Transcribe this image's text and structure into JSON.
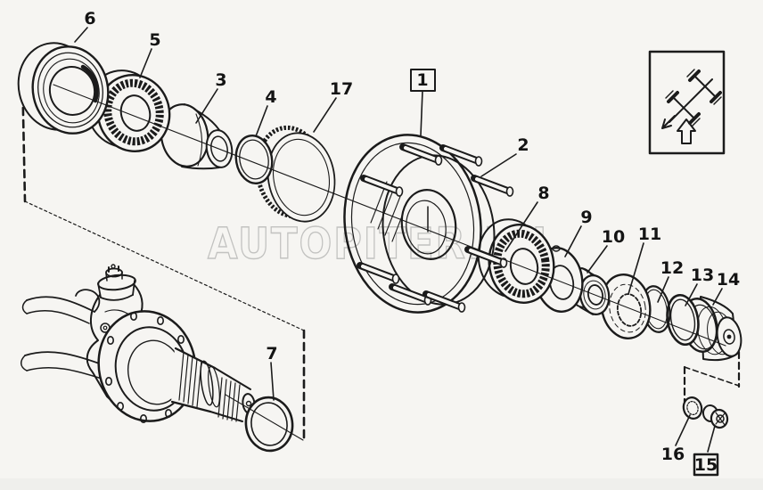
{
  "diagram": {
    "watermark": "AUTOPITER.RU",
    "colors": {
      "background": "#f6f5f2",
      "line": "#1b1b1b",
      "watermark": "#c2c2c0"
    },
    "inset": {
      "icons": [
        "vehicle-axle-schematic-icon",
        "up-arrow-icon"
      ]
    },
    "labels": [
      {
        "text": "6",
        "boxed": false
      },
      {
        "text": "5",
        "boxed": false
      },
      {
        "text": "3",
        "boxed": false
      },
      {
        "text": "4",
        "boxed": false
      },
      {
        "text": "17",
        "boxed": false
      },
      {
        "text": "1",
        "boxed": true
      },
      {
        "text": "2",
        "boxed": false
      },
      {
        "text": "8",
        "boxed": false
      },
      {
        "text": "9",
        "boxed": false
      },
      {
        "text": "10",
        "boxed": false
      },
      {
        "text": "11",
        "boxed": false
      },
      {
        "text": "12",
        "boxed": false
      },
      {
        "text": "13",
        "boxed": false
      },
      {
        "text": "14",
        "boxed": false
      },
      {
        "text": "7",
        "boxed": false
      },
      {
        "text": "16",
        "boxed": false
      },
      {
        "text": "15",
        "boxed": true
      }
    ]
  }
}
